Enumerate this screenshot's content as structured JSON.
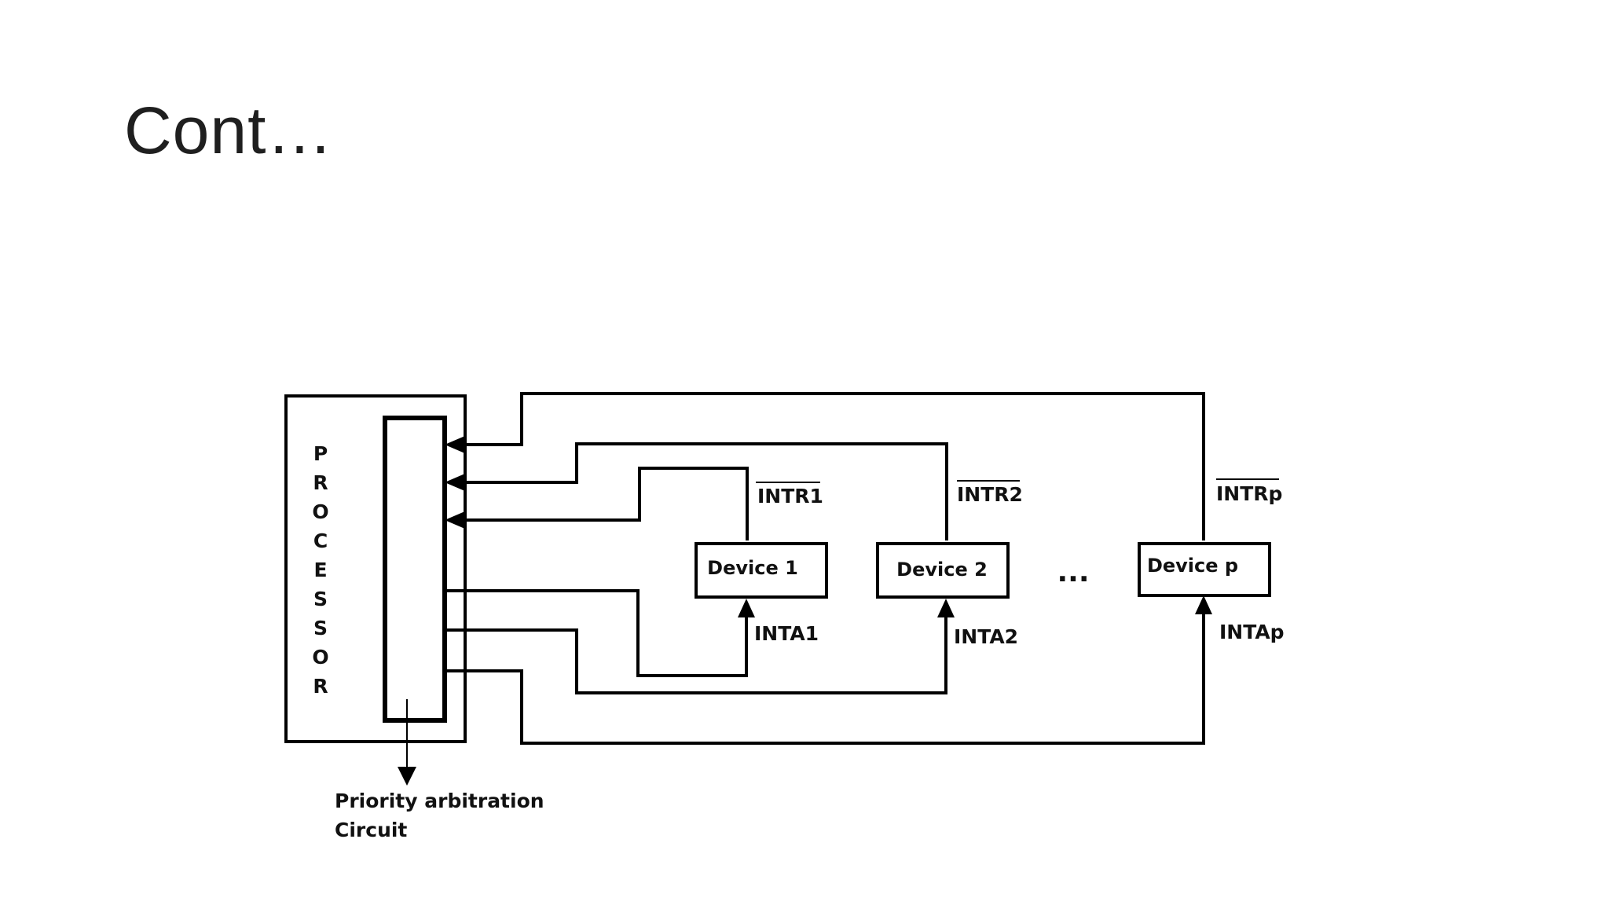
{
  "slide": {
    "title": "Cont…"
  },
  "processor": {
    "letters": [
      "P",
      "R",
      "O",
      "C",
      "E",
      "S",
      "S",
      "O",
      "R"
    ]
  },
  "devices": {
    "d1": "Device 1",
    "d2": "Device 2",
    "dp": "Device p",
    "ellipsis": "..."
  },
  "signals": {
    "intr1": "INTR1",
    "intr2": "INTR2",
    "intrp": "INTRp",
    "inta1": "INTA1",
    "inta2": "INTA2",
    "intap": "INTAp"
  },
  "arbiter": {
    "line1": "Priority arbitration",
    "line2": "Circuit"
  },
  "colors": {
    "stroke": "#000000",
    "text": "#111111",
    "background": "#ffffff"
  }
}
